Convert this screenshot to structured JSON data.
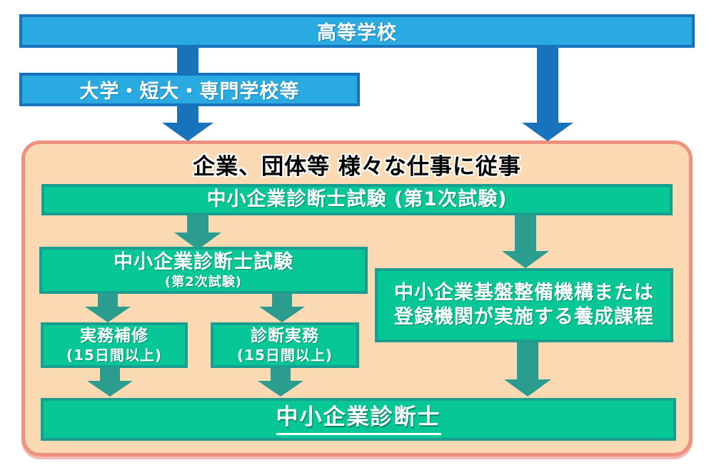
{
  "diagram": {
    "top": {
      "highschool": "高等学校",
      "university": "大学・短大・専門学校等"
    },
    "work_zone": {
      "title": "企業、団体等 様々な仕事に従事",
      "exam1": "中小企業診断士試験 (第1次試験)",
      "exam2": {
        "line1": "中小企業診断士試験",
        "line2": "(第2次試験)"
      },
      "practical_training": {
        "line1": "実務補修",
        "line2": "(15日間以上)"
      },
      "diagnostic_practice": {
        "line1": "診断実務",
        "line2": "(15日間以上)"
      },
      "training_course": {
        "line1": "中小企業基盤整備機構または",
        "line2": "登録機関が実施する養成課程"
      },
      "result": "中小企業診断士"
    },
    "colors": {
      "blue_fill": "#29abe2",
      "blue_border": "#1873bc",
      "blue_arrow": "#1873bc",
      "peach_fill": "#fbd9b3",
      "peach_border": "#ef9180",
      "green_fill": "#06c795",
      "green_border": "#199e90",
      "teal_arrow": "#2a9d8f",
      "title_text": "#000000",
      "box_text": "#ffffff"
    }
  }
}
